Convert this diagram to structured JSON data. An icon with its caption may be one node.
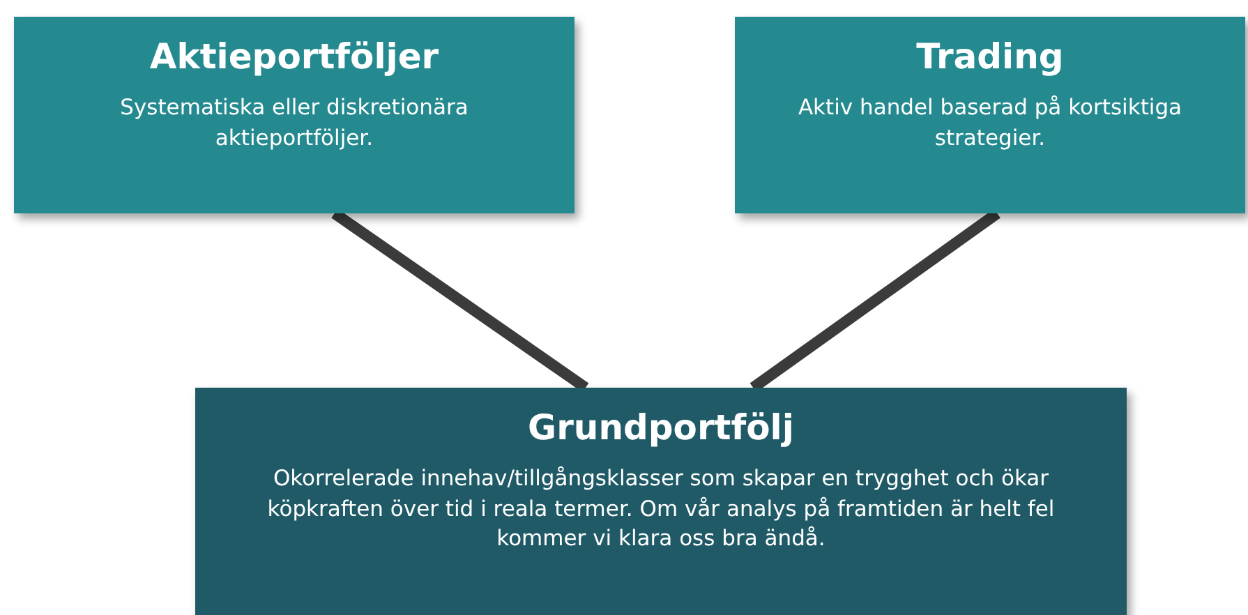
{
  "diagram": {
    "nodes": [
      {
        "text": [
          "Aktieportföljer",
          "Systematiska eller diskretionära aktieportföljer."
        ]
      },
      {
        "text": [
          "Trading",
          "Aktiv handel baserad på kortsiktiga strategier."
        ]
      },
      {
        "text": [
          "Grundportfölj",
          "Okorrelerade innehav/tillgångsklasser som skapar en trygghet och ökar köpkraften över tid i reala termer. Om vår analys på framtiden är helt fel kommer vi klara oss bra ändå."
        ]
      }
    ],
    "edges": [
      {
        "from": 0,
        "to": 2,
        "arrow": "none"
      },
      {
        "from": 1,
        "to": 2,
        "arrow": "none"
      }
    ]
  }
}
